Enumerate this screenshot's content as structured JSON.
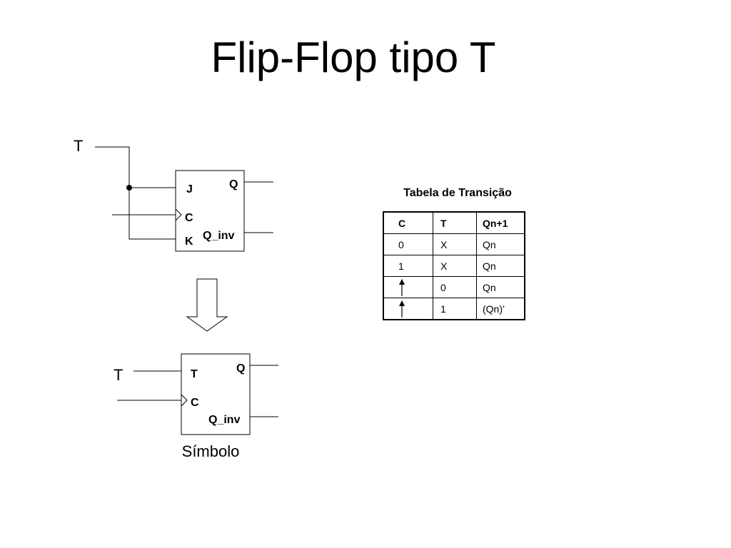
{
  "title": "Flip-Flop tipo T",
  "jk_circuit": {
    "input_label": "T",
    "pins": {
      "j": "J",
      "c": "C",
      "k": "K",
      "q": "Q",
      "q_inv": "Q_inv"
    }
  },
  "symbol": {
    "input_label": "T",
    "pins": {
      "t": "T",
      "c": "C",
      "q": "Q",
      "q_inv": "Q_inv"
    },
    "caption": "Símbolo"
  },
  "transition_table": {
    "title": "Tabela de Transição",
    "headers": [
      "C",
      "T",
      "Qn+1"
    ],
    "rows": [
      {
        "c": "0",
        "t": "X",
        "q": "Qn"
      },
      {
        "c": "1",
        "t": "X",
        "q": "Qn"
      },
      {
        "c_icon": "rising-edge-arrow-icon",
        "t": "0",
        "q": "Qn"
      },
      {
        "c_icon": "rising-edge-arrow-icon",
        "t": "1",
        "q": "(Qn)’"
      }
    ]
  }
}
